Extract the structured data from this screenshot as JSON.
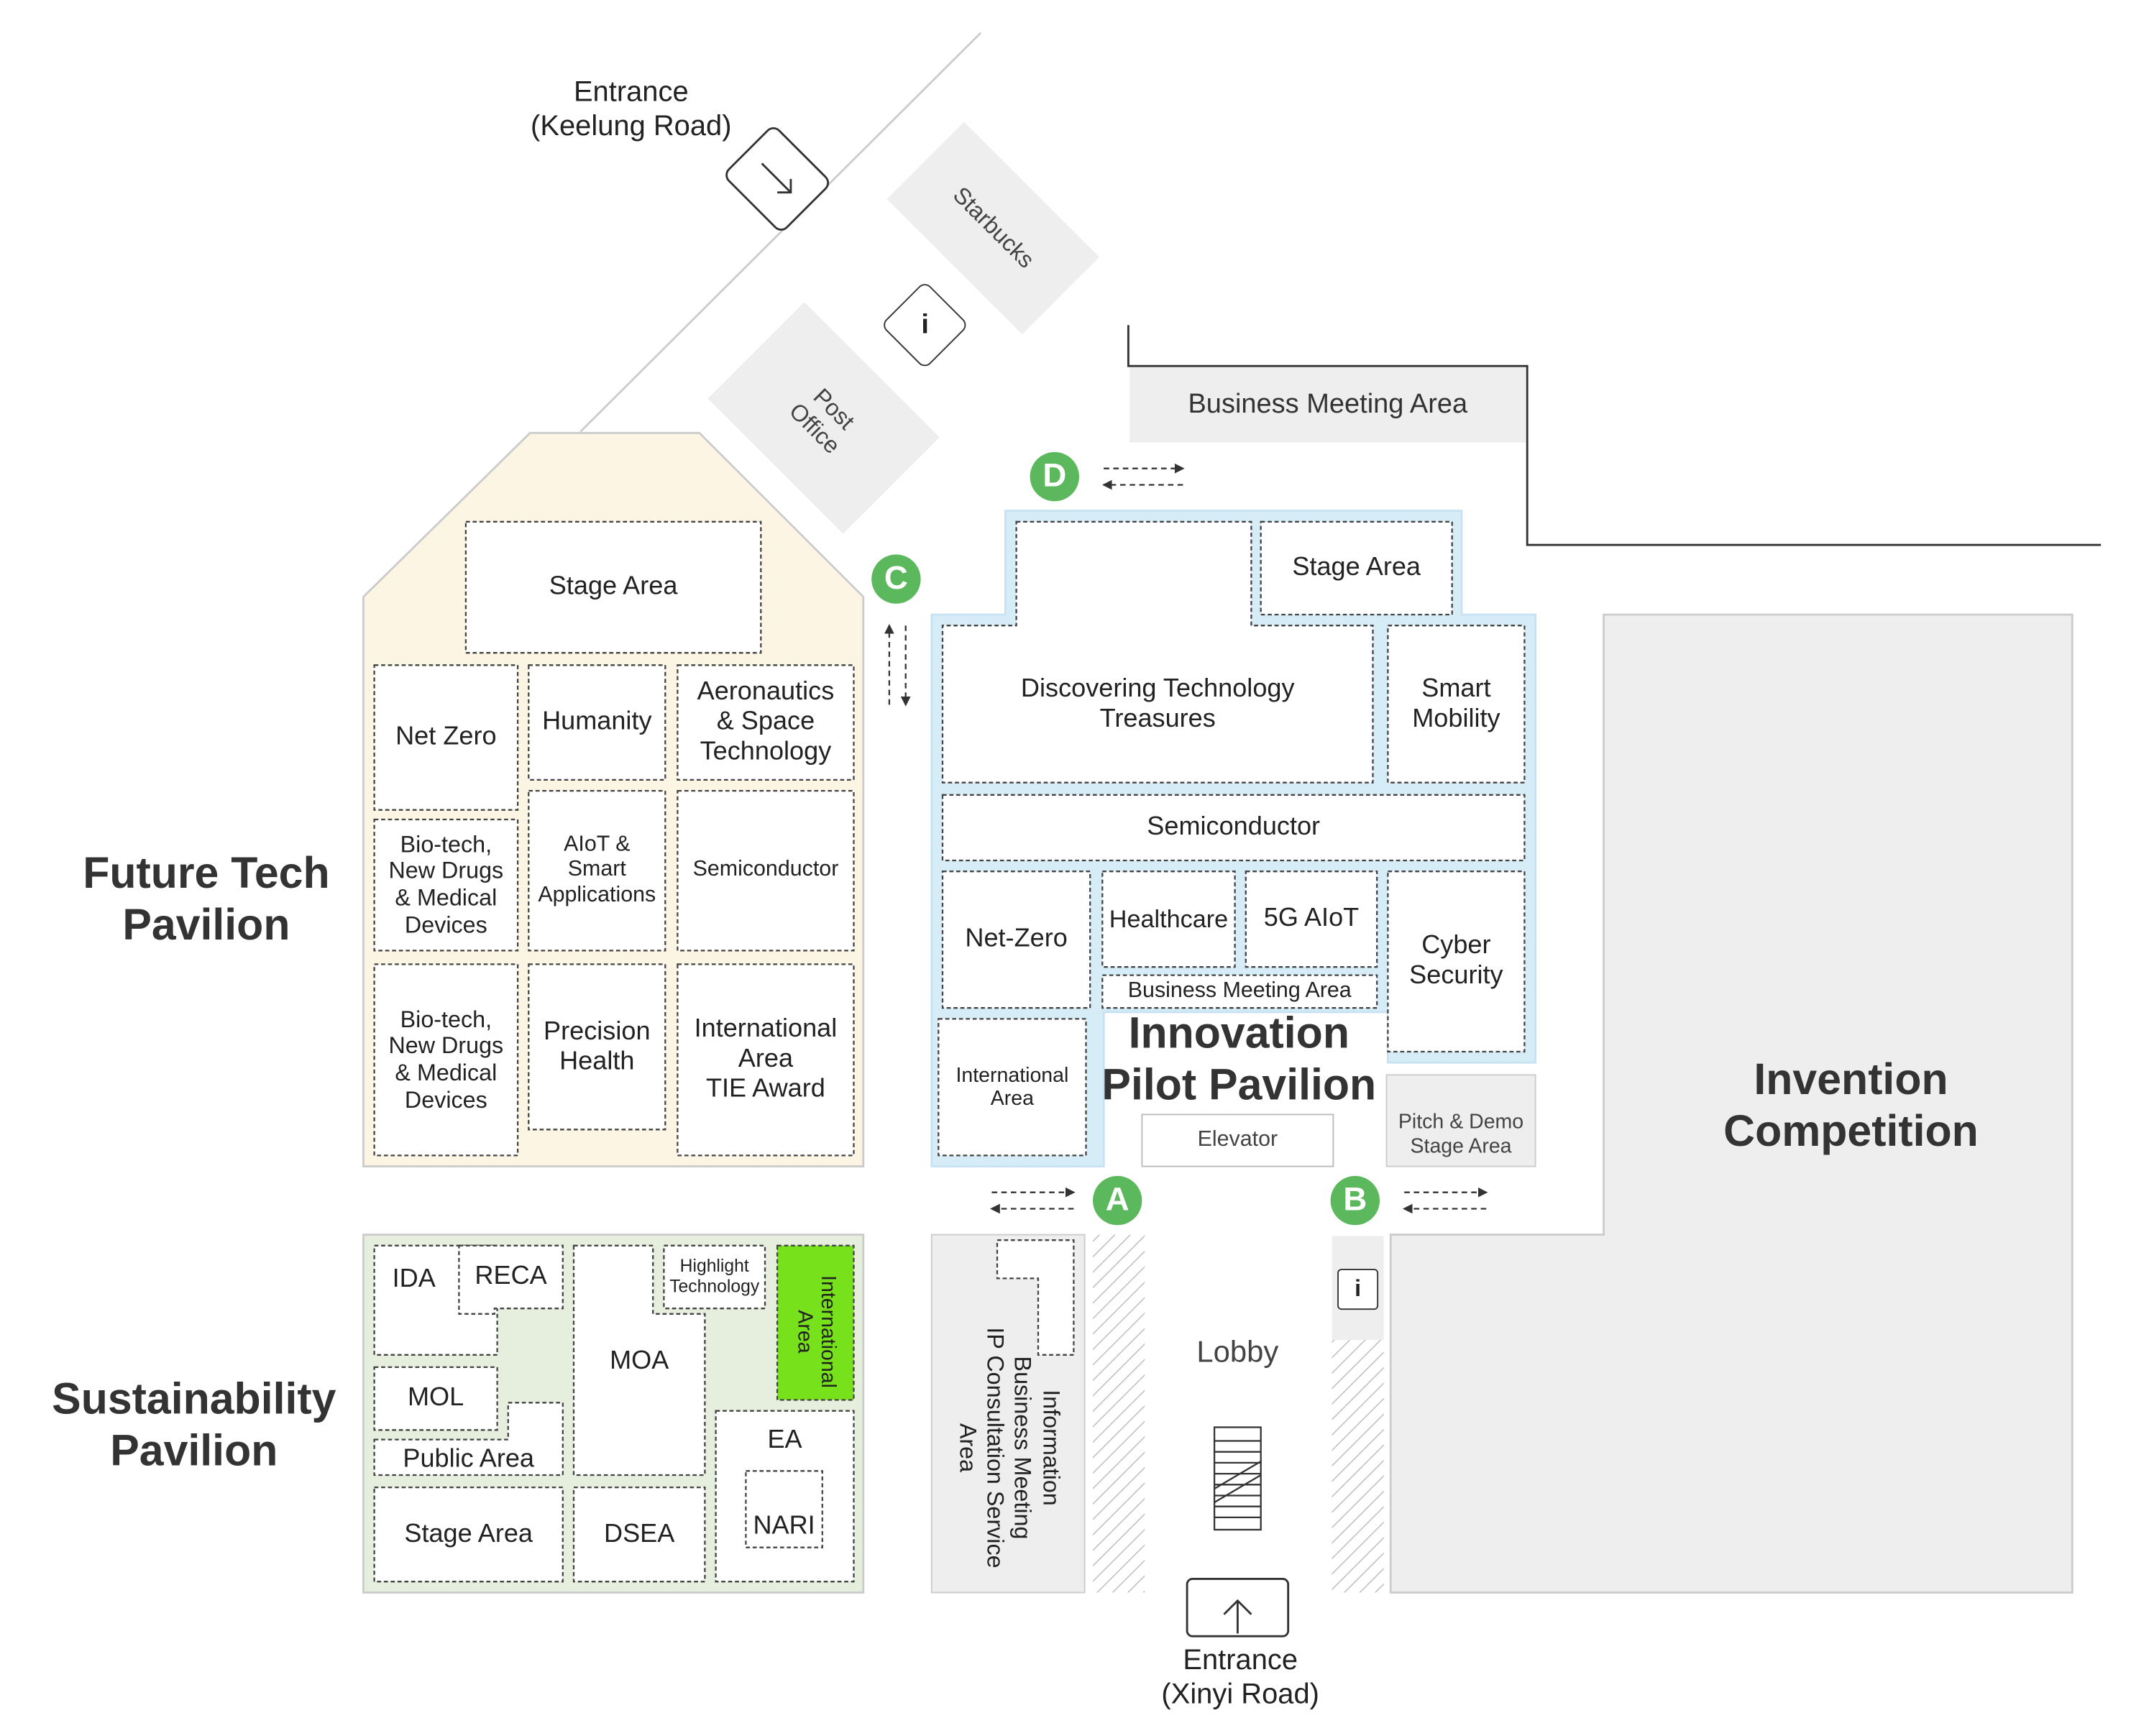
{
  "entrances": {
    "keelung": "Entrance\n(Keelung Road)",
    "xinyi": "Entrance\n(Xinyi Road)"
  },
  "pavilions": {
    "future_tech": {
      "title": "Future Tech\nPavilion",
      "areas": {
        "stage": "Stage Area",
        "net_zero": "Net Zero",
        "humanity": "Humanity",
        "aeronautics": "Aeronautics\n& Space\nTechnology",
        "biotech_1": "Bio-tech,\nNew Drugs\n& Medical\nDevices",
        "aiot": "AIoT &\nSmart\nApplications",
        "semiconductor": "Semiconductor",
        "biotech_2": "Bio-tech,\nNew Drugs\n& Medical\nDevices",
        "precision_health": "Precision\nHealth",
        "international": "International\nArea\nTIE Award"
      }
    },
    "sustainability": {
      "title": "Sustainability\nPavilion",
      "areas": {
        "ida": "IDA",
        "reca": "RECA",
        "moa": "MOA",
        "highlight": "Highlight\nTechnology",
        "international": "International\nArea",
        "mol": "MOL",
        "public": "Public Area",
        "ea": "EA",
        "nari": "NARI",
        "stage": "Stage Area",
        "dsea": "DSEA"
      }
    },
    "innovation_pilot": {
      "title": "Innovation\nPilot Pavilion",
      "areas": {
        "stage": "Stage Area",
        "discovering": "Discovering Technology\nTreasures",
        "smart_mobility": "Smart\nMobility",
        "semiconductor": "Semiconductor",
        "net_zero": "Net-Zero",
        "healthcare": "Healthcare",
        "aiot_5g": "5G AIoT",
        "business_meeting": "Business Meeting Area",
        "cyber_security": "Cyber\nSecurity",
        "international": "International\nArea"
      }
    },
    "invention": {
      "title": "Invention\nCompetition"
    }
  },
  "facilities": {
    "starbucks": "Starbucks",
    "post_office": "Post\nOffice",
    "business_meeting_top": "Business Meeting Area",
    "elevator": "Elevator",
    "pitch_demo": "Pitch & Demo\nStage Area",
    "lobby": "Lobby",
    "info_service": "Information\nBusiness Meeting\nIP Consultation Service\nArea"
  },
  "markers": {
    "a": "A",
    "b": "B",
    "c": "C",
    "d": "D"
  },
  "icons": {
    "info": "i"
  },
  "colors": {
    "future_tech_fill": "#fdf5e4",
    "sustainability_fill": "#e6eede",
    "innovation_fill": "#d6ecf7",
    "gray_block": "#eeeeee",
    "highlight_green": "#77e21b",
    "marker_green": "#5cb85c"
  }
}
